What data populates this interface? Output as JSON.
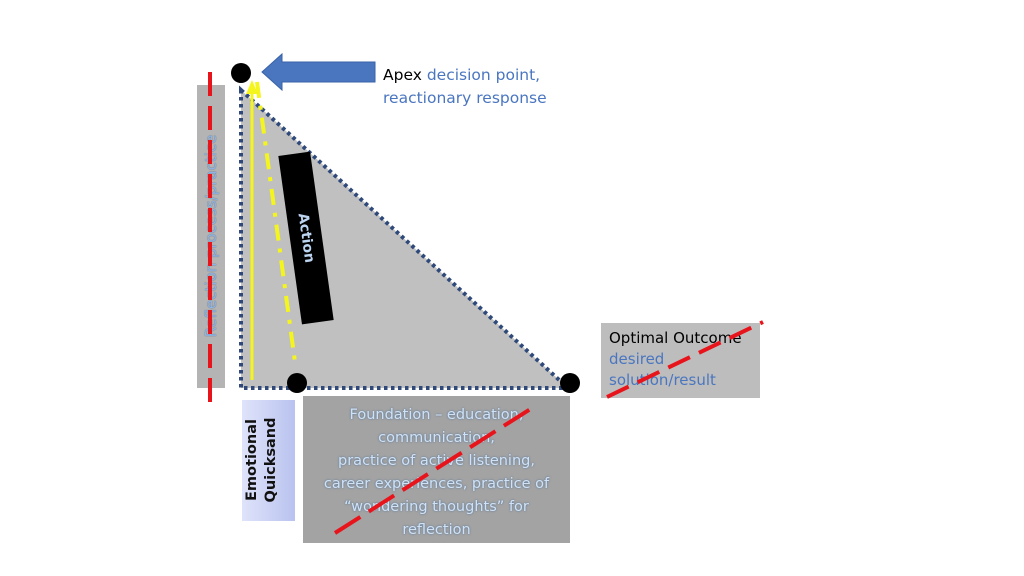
{
  "colors": {
    "triangle_fill": "#c0c0c0",
    "triangle_border": "#2f4a7a",
    "red_dash": "#e8141c",
    "yellow": "#f5f51e",
    "arrow_blue": "#4a76c0",
    "text_blue": "#4a76c0"
  },
  "reflection": {
    "label": "Reflection process/practice"
  },
  "apex": {
    "label": "Apex",
    "description_line1": "decision point,",
    "description_line2": "reactionary response"
  },
  "action": {
    "label": "Action"
  },
  "optimal": {
    "label": "Optimal Outcome",
    "description_line1": "desired",
    "description_line2": "solution/result"
  },
  "emotional": {
    "line1": "Emotional",
    "line2": "Quicksand"
  },
  "foundation": {
    "lines": [
      "Foundation – education,",
      "communication,",
      "practice of active listening,",
      "career experiences, practice of",
      "“wondering thoughts” for",
      "reflection"
    ]
  },
  "icons": {
    "apex_arrow": "arrow-left-icon",
    "nodes": "circle-node-icon"
  }
}
